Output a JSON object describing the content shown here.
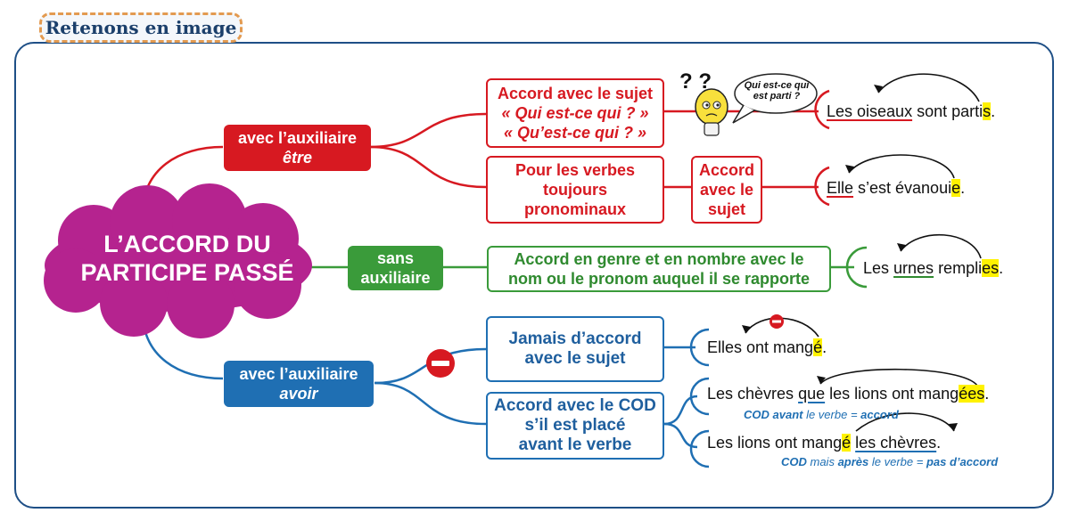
{
  "badge": "Retenons en image",
  "center": {
    "line1": "L’ACCORD DU",
    "line2": "PARTICIPE PASSÉ"
  },
  "etre": {
    "branch_line1": "avec l’auxiliaire",
    "branch_line2": "être",
    "rule1": {
      "line1": "Accord avec le sujet",
      "line2": "« Qui est-ce qui ? »",
      "line3": "« Qu’est-ce qui ? »"
    },
    "bubble": {
      "line1": "Qui est-ce qui",
      "line2": "est parti ?"
    },
    "question_marks": "? ?",
    "example1": {
      "subject": "Les oiseaux",
      "middle": " sont parti",
      "ending": "s",
      "tail": "."
    },
    "rule2": {
      "line1": "Pour les verbes",
      "line2": "toujours",
      "line3": "pronominaux"
    },
    "rule2b": {
      "line1": "Accord",
      "line2": "avec le",
      "line3": "sujet"
    },
    "example2": {
      "subject": "Elle",
      "middle": " s’est évanoui",
      "ending": "e",
      "tail": "."
    }
  },
  "sans": {
    "branch_line1": "sans",
    "branch_line2": "auxiliaire",
    "rule": {
      "line1": "Accord en genre et en nombre avec le",
      "line2": "nom ou le pronom auquel il se rapporte"
    },
    "example": {
      "prefix": "Les ",
      "noun": "urnes",
      "middle": " rempli",
      "ending": "es",
      "tail": "."
    }
  },
  "avoir": {
    "branch_line1": "avec l’auxiliaire",
    "branch_line2": "avoir",
    "rule1": {
      "line1": "Jamais d’accord",
      "line2": "avec le sujet"
    },
    "example1": {
      "text": "Elles ont mang",
      "ending": "é",
      "tail": "."
    },
    "rule2": {
      "line1": "Accord avec le COD",
      "line2": "s’il est placé",
      "line3": "avant le verbe"
    },
    "example2": {
      "prefix": "Les chèvres ",
      "cod": "que",
      "middle": " les lions ont mang",
      "ending": "ées",
      "tail": "."
    },
    "note2": {
      "part1": "COD avant",
      "part2": " le verbe = ",
      "part3": "accord"
    },
    "example3": {
      "prefix": "Les lions ont mang",
      "ending": "é",
      "space": " ",
      "cod": "les chèvres",
      "tail": "."
    },
    "note3": {
      "part1": "COD",
      "part2": " mais ",
      "part3": "après",
      "part4": " le verbe = ",
      "part5": "pas d’accord"
    }
  },
  "colors": {
    "red": "#d71921",
    "green": "#3a9b3a",
    "blue": "#1f6fb3",
    "magenta": "#b5238f",
    "highlight": "#fff200"
  }
}
